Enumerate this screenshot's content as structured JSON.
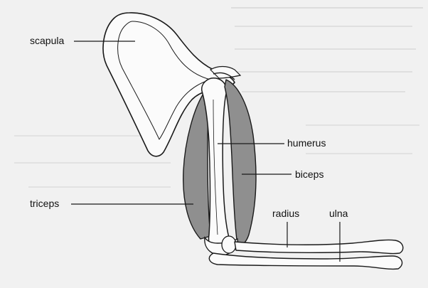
{
  "diagram": {
    "labels": {
      "scapula": "scapula",
      "humerus": "humerus",
      "biceps": "biceps",
      "triceps": "triceps",
      "radius": "radius",
      "ulna": "ulna"
    },
    "colors": {
      "background": "#f1f1f1",
      "muscle_fill": "#8f8f8f",
      "bone_fill": "#fbfbfb",
      "outline": "#1a1a1a",
      "bleed_through_text": "#c9c9c9"
    }
  }
}
